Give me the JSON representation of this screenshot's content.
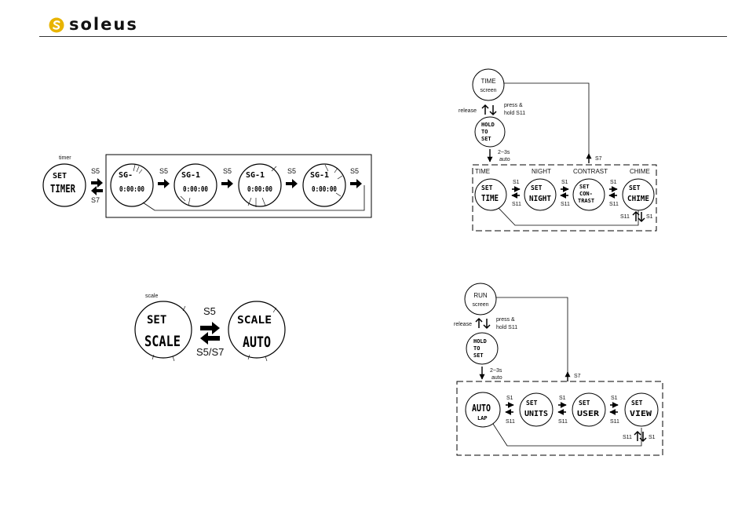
{
  "brand": {
    "name": "soleus",
    "accent": "#e8b400"
  },
  "timer_diagram": {
    "caption": "timer",
    "watch_start": {
      "l1": "SET",
      "l2": "TIMER"
    },
    "arrow_forward": "S5",
    "arrow_back": "S7",
    "steps": [
      {
        "l1": "SG-",
        "l2": "0:00:00"
      },
      {
        "l1": "SG-1",
        "l2": "0:00:00"
      },
      {
        "l1": "SG-1",
        "l2": "0:00:00"
      },
      {
        "l1": "SG-1",
        "l2": "0:00:00"
      }
    ],
    "step_labels": [
      "S5",
      "S5",
      "S5",
      "S5"
    ]
  },
  "scale_diagram": {
    "caption": "scale",
    "watch_left": {
      "l1": "SET",
      "l2": "SCALE"
    },
    "watch_right": {
      "l1": "SCALE",
      "l2": "AUTO"
    },
    "arrow_forward": "S5",
    "arrow_back": "S5/S7"
  },
  "time_diagram": {
    "start": {
      "l1": "TIME",
      "l2": "screen"
    },
    "release": "release",
    "press_hold_1": "press &",
    "press_hold_2": "hold S11",
    "hold": {
      "l1": "HOLD",
      "l2": "TO",
      "l3": "SET"
    },
    "auto_1": "2~3s",
    "auto_2": "auto",
    "exit": "S7",
    "headers": [
      "TIME",
      "NIGHT",
      "CONTRAST",
      "CHIME"
    ],
    "watches": [
      {
        "l1": "SET",
        "l2": "TIME"
      },
      {
        "l1": "SET",
        "l2": "NIGHT"
      },
      {
        "l1": "SET",
        "l2": "CON-",
        "l3": "TRAST"
      },
      {
        "l1": "SET",
        "l2": "CHIME"
      }
    ],
    "fwd": "S1",
    "back": "S11",
    "loop_left": "S11",
    "loop_right": "S1"
  },
  "run_diagram": {
    "start": {
      "l1": "RUN",
      "l2": "screen"
    },
    "release": "release",
    "press_hold_1": "press &",
    "press_hold_2": "hold S11",
    "hold": {
      "l1": "HOLD",
      "l2": "TO",
      "l3": "SET"
    },
    "auto_1": "2~3s",
    "auto_2": "auto",
    "exit": "S7",
    "watches": [
      {
        "l1": "AUTO",
        "l2": "LAP"
      },
      {
        "l1": "SET",
        "l2": "UNITS"
      },
      {
        "l1": "SET",
        "l2": "USER"
      },
      {
        "l1": "SET",
        "l2": "VIEW"
      }
    ],
    "fwd": "S1",
    "back": "S11",
    "loop_left": "S11",
    "loop_right": "S1"
  }
}
